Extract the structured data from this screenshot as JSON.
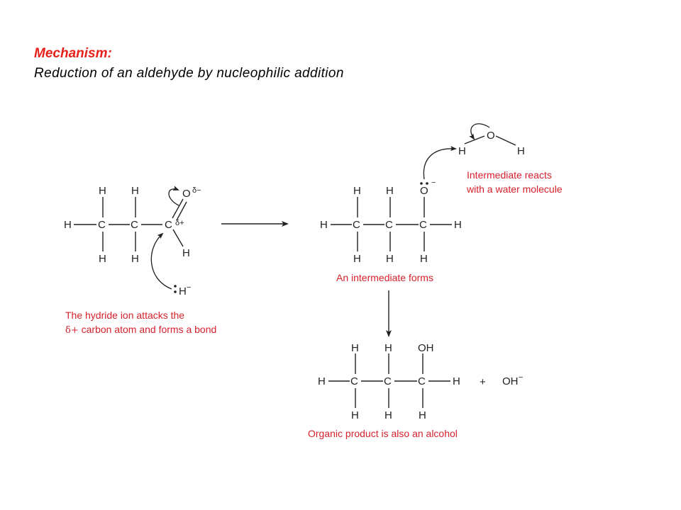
{
  "heading": {
    "title": "Mechanism:",
    "subtitle": "Reduction of an aldehyde by nucleophilic addition"
  },
  "atoms": {
    "H": "H",
    "C": "C",
    "O": "O",
    "OH": "OH"
  },
  "charges": {
    "delta_minus": "δ−",
    "delta_plus": "δ+",
    "minus": "−",
    "plus": "+",
    "hydride": "H",
    "hydroxide": "OH"
  },
  "captions": {
    "hydride_line1": "The hydride ion attacks the",
    "hydride_line2_delta": "δ+",
    "hydride_line2": " carbon atom and forms a bond",
    "water_line1": "Intermediate reacts",
    "water_line2": "with a water molecule",
    "intermediate": "An intermediate forms",
    "product": "Organic product is also an alcohol"
  },
  "colors": {
    "caption": "#d6202c",
    "heading": "#e8201a",
    "ink": "#231f20"
  }
}
